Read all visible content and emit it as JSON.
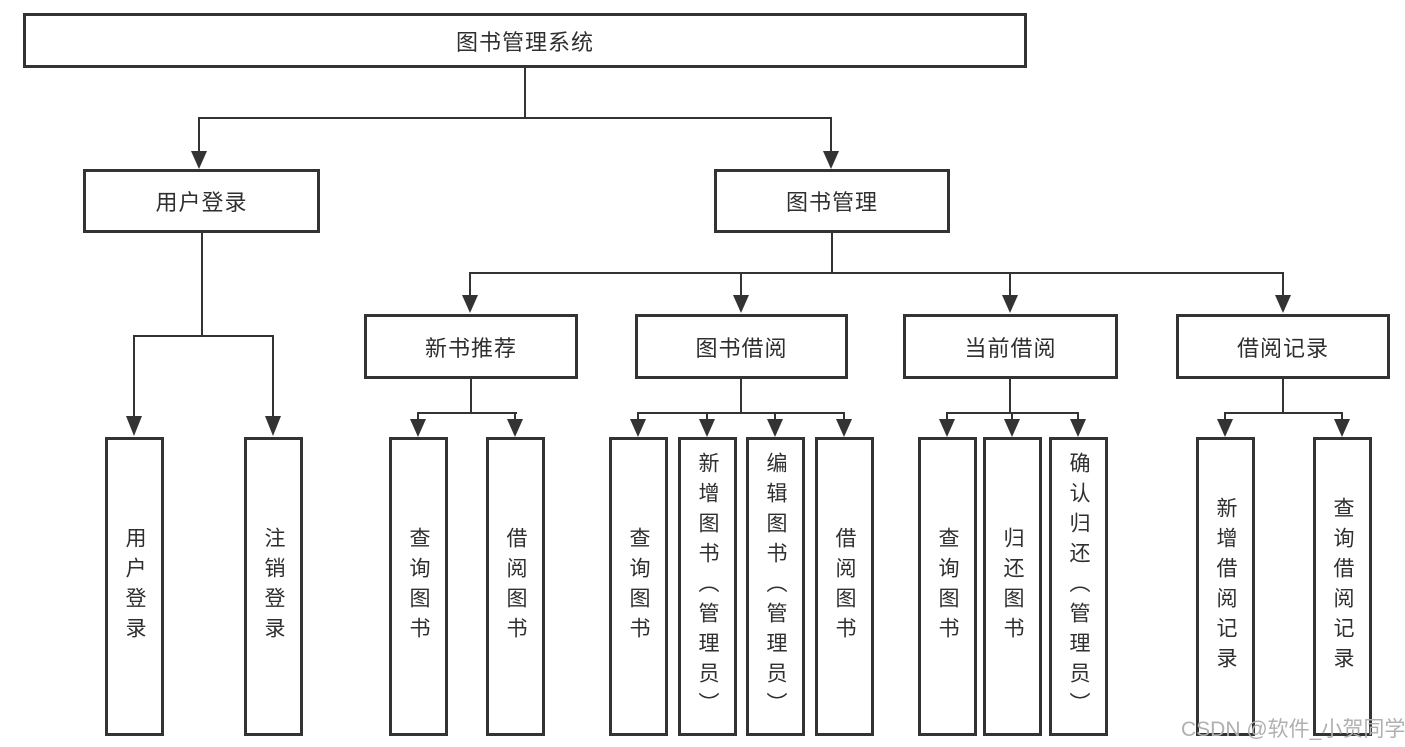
{
  "diagram": {
    "root": {
      "label": "图书管理系统"
    },
    "level2": [
      {
        "id": "user-login",
        "label": "用户登录"
      },
      {
        "id": "book-management",
        "label": "图书管理"
      }
    ],
    "level3": [
      {
        "id": "new-book-recommend",
        "parent": "图书管理",
        "label": "新书推荐"
      },
      {
        "id": "book-borrowing",
        "parent": "图书管理",
        "label": "图书借阅"
      },
      {
        "id": "current-borrowing",
        "parent": "图书管理",
        "label": "当前借阅"
      },
      {
        "id": "borrowing-records",
        "parent": "图书管理",
        "label": "借阅记录"
      }
    ],
    "leaves": [
      {
        "parent": "用户登录",
        "label": "用户登录"
      },
      {
        "parent": "用户登录",
        "label": "注销登录"
      },
      {
        "parent": "新书推荐",
        "label": "查询图书"
      },
      {
        "parent": "新书推荐",
        "label": "借阅图书"
      },
      {
        "parent": "图书借阅",
        "label": "查询图书"
      },
      {
        "parent": "图书借阅",
        "label": "新增图书（管理员）"
      },
      {
        "parent": "图书借阅",
        "label": "编辑图书（管理员）"
      },
      {
        "parent": "图书借阅",
        "label": "借阅图书"
      },
      {
        "parent": "当前借阅",
        "label": "查询图书"
      },
      {
        "parent": "当前借阅",
        "label": "归还图书"
      },
      {
        "parent": "当前借阅",
        "label": "确认归还（管理员）"
      },
      {
        "parent": "借阅记录",
        "label": "新增借阅记录"
      },
      {
        "parent": "借阅记录",
        "label": "查询借阅记录"
      }
    ],
    "watermark": "CSDN @软件_小贺同学",
    "colors": {
      "line": "#333333",
      "box_border": "#333333",
      "text": "#2f2f2f",
      "watermark": "#b0b0b0",
      "background": "#ffffff"
    }
  }
}
